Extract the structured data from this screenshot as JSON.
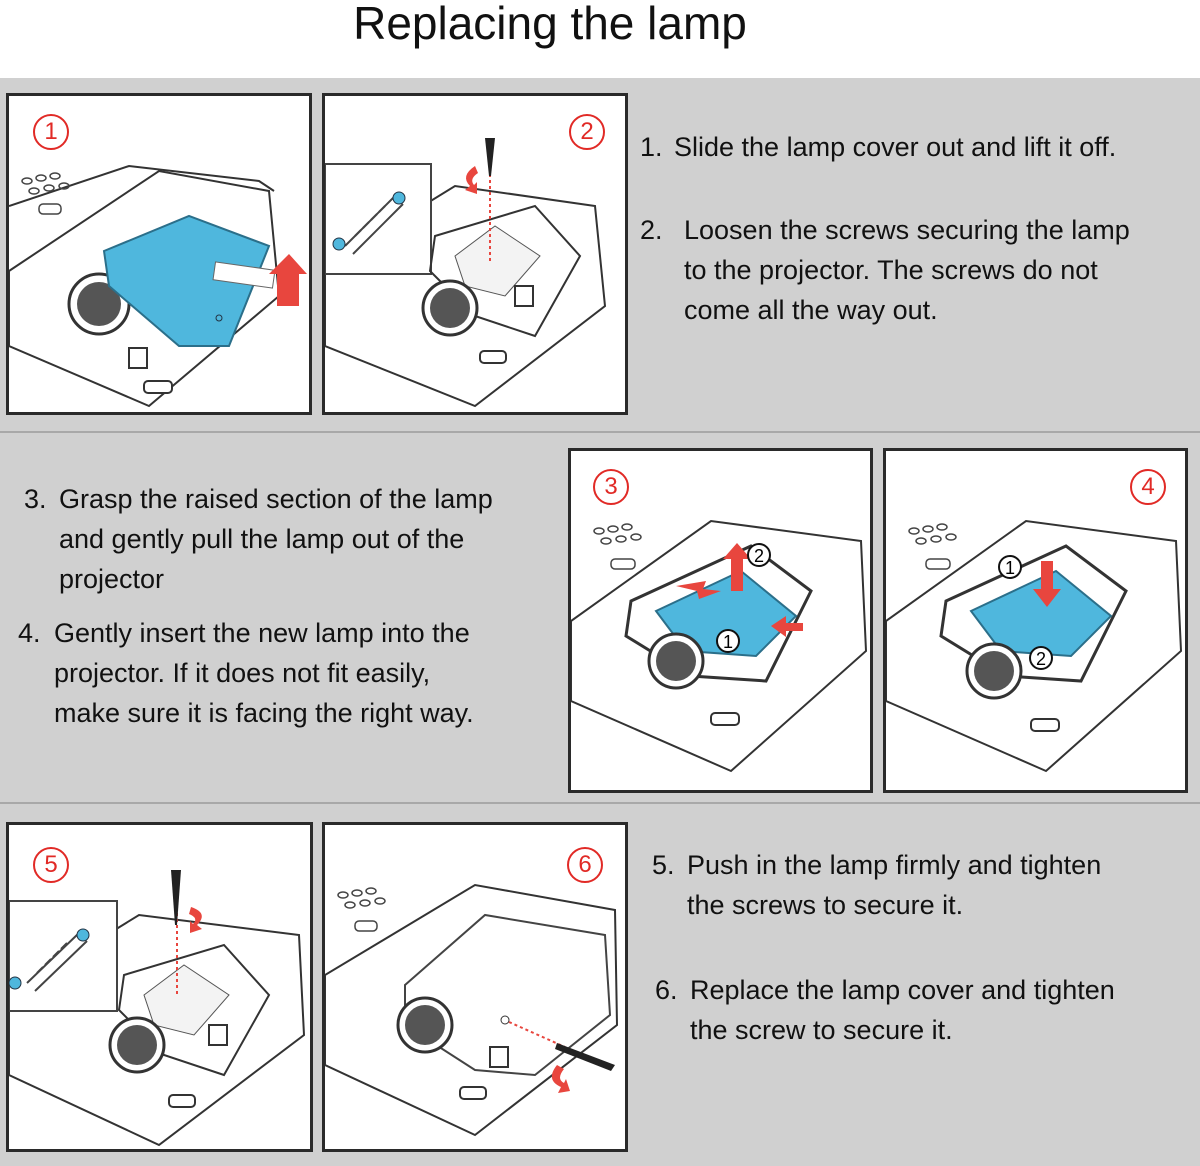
{
  "title": "Replacing the lamp",
  "colors": {
    "band": "#d0d0d0",
    "separator": "#a8a8a8",
    "badge": "#e12a26",
    "lamp_blue": "#4fb7dd",
    "arrow_red": "#e8463e"
  },
  "panels": [
    {
      "badge": "1"
    },
    {
      "badge": "2"
    },
    {
      "badge": "3"
    },
    {
      "badge": "4"
    },
    {
      "badge": "5"
    },
    {
      "badge": "6"
    }
  ],
  "callouts": {
    "p3_a": "1",
    "p3_b": "2",
    "p4_a": "1",
    "p4_b": "2"
  },
  "steps": [
    {
      "num": "1.",
      "lines": [
        "Slide the lamp cover out and lift it off."
      ]
    },
    {
      "num": "2.",
      "lines": [
        "Loosen the screws securing the lamp",
        "to the projector. The screws do not",
        "come all the way out."
      ]
    },
    {
      "num": "3.",
      "lines": [
        "Grasp the raised section of the lamp",
        "and gently pull the lamp out of the",
        "projector"
      ]
    },
    {
      "num": "4.",
      "lines": [
        "Gently insert the new lamp into the",
        "projector. If it does not fit easily,",
        "make sure it is facing the right way."
      ]
    },
    {
      "num": "5.",
      "lines": [
        "Push in the lamp firmly and tighten",
        "the screws to secure it."
      ]
    },
    {
      "num": "6.",
      "lines": [
        "Replace the lamp cover and tighten",
        "the screw to secure it."
      ]
    }
  ]
}
